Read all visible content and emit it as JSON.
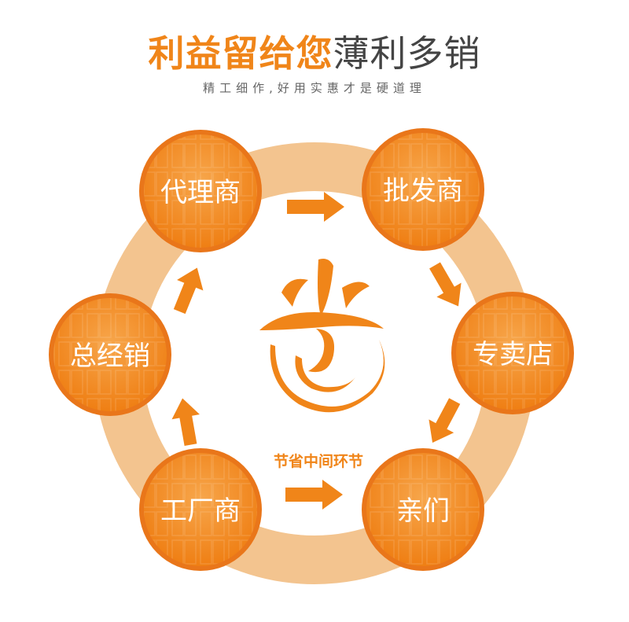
{
  "header": {
    "title_bold": "利益留给您",
    "title_thin": "薄利多销",
    "subtitle": "精工细作,好用实惠才是硬道理"
  },
  "center": {
    "logo_icon": "sheng-logo-icon",
    "tagline": "节省中间环节"
  },
  "nodes": [
    {
      "id": "agent",
      "label": "代理商"
    },
    {
      "id": "wholesaler",
      "label": "批发商"
    },
    {
      "id": "store",
      "label": "专卖店"
    },
    {
      "id": "customer",
      "label": "亲们"
    },
    {
      "id": "factory",
      "label": "工厂商"
    },
    {
      "id": "distributor",
      "label": "总经销"
    }
  ],
  "colors": {
    "accent": "#f08519",
    "ring": "#f3c48f",
    "node_fill": "#f28a1f",
    "node_border": "#e9761a",
    "text_dark": "#444444"
  }
}
